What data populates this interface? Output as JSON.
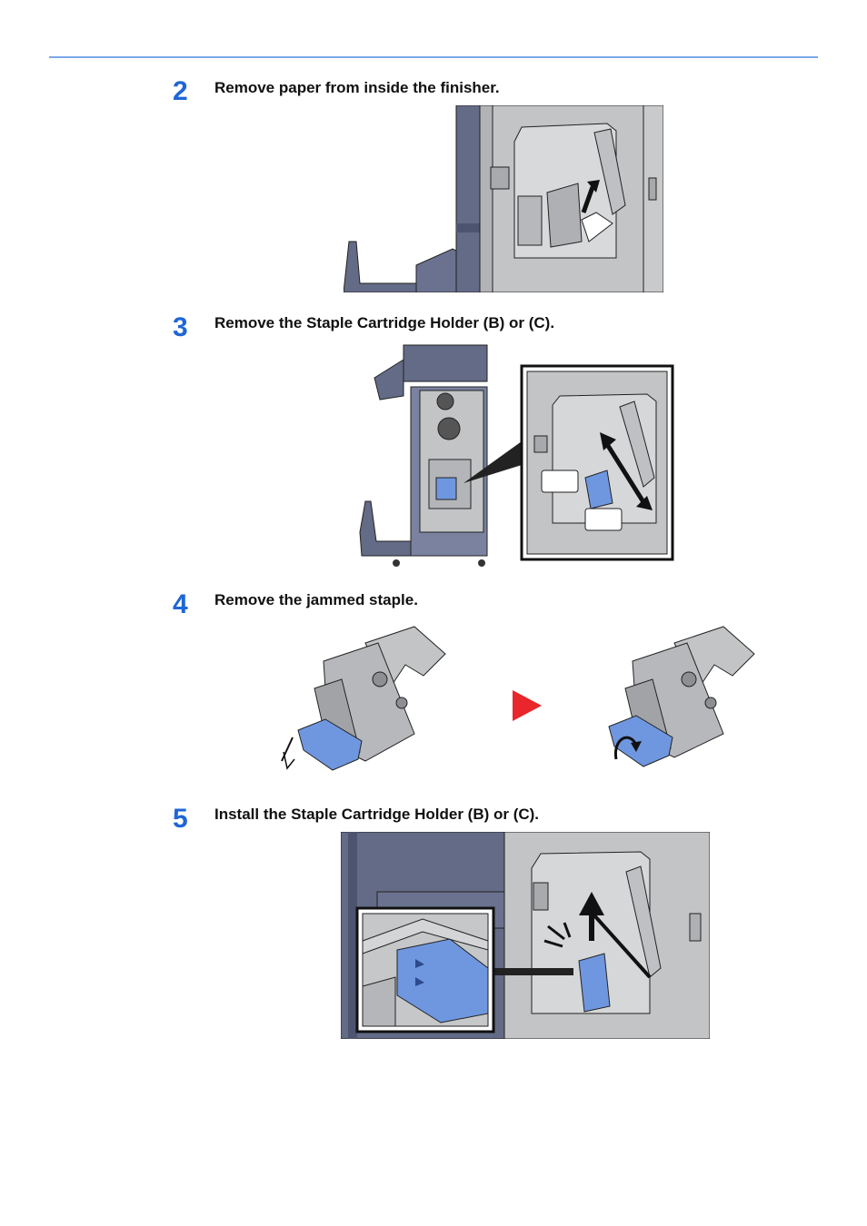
{
  "steps": [
    {
      "number": "2",
      "text": "Remove paper from inside the finisher."
    },
    {
      "number": "3",
      "text": "Remove the Staple Cartridge Holder (B) or (C)."
    },
    {
      "number": "4",
      "text": "Remove the jammed staple."
    },
    {
      "number": "5",
      "text": "Install the Staple Cartridge Holder (B) or (C)."
    }
  ],
  "colors": {
    "accent_blue": "#1f66d6",
    "rule_blue": "#7aa7e8",
    "machine_gray": "#c3c4c6",
    "machine_dark": "#636b86",
    "holder_blue": "#6f97e0",
    "next_arrow_red": "#e8262b"
  }
}
